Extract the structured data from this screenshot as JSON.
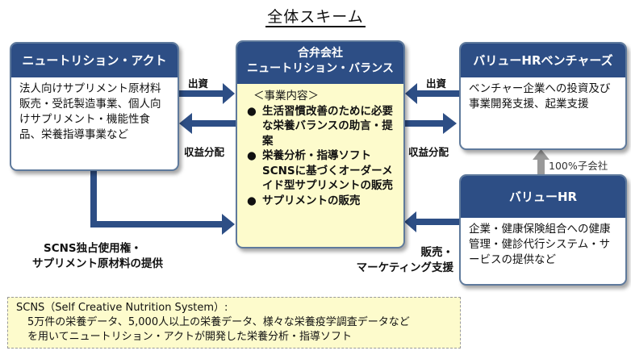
{
  "title": "全体スキーム",
  "nutrition_act": {
    "title": "ニュートリション・アクト",
    "desc": "法人向けサプリメント原材料販売・受託製造事業、個人向けサプリメント・機能性食品、栄養指導事業など"
  },
  "nutrition_balance": {
    "title_line1": "合弁会社",
    "title_line2": "ニュートリション・バランス",
    "business_heading": "＜事業内容＞",
    "bullet_symbol": "●",
    "items": [
      "生活習慣改善のために必要な栄養バランスの助言・提案",
      "栄養分析・指導ソフトSCNSに基づくオーダーメイド型サプリメントの販売",
      "サプリメントの販売"
    ]
  },
  "value_hr_ventures": {
    "title": "バリューHRベンチャーズ",
    "desc": "ベンチャー企業への投資及び事業開発支援、起業支援"
  },
  "value_hr": {
    "title": "バリューHR",
    "desc": "企業・健康保険組合への健康管理・健診代行システム・サービスの提供など"
  },
  "labels": {
    "investment_left": "出資",
    "profit_left": "収益分配",
    "investment_right": "出資",
    "profit_right": "収益分配",
    "subsidiary": "100%子会社",
    "scns_license_line1": "SCNS独占使用権・",
    "scns_license_line2": "サプリメント原材料の提供",
    "sales_line1": "販売・",
    "sales_line2": "マーケティング支援"
  },
  "note": {
    "line1": "SCNS（Self Creative Nutrition System）:",
    "line2": "5万件の栄養データ、5,000人以上の栄養データ、様々な栄養疫学調査データなど",
    "line3": "を用いてニュートリション・アクトが開発した栄養分析・指導ソフト"
  },
  "colors": {
    "header_blue": "#2d4e85",
    "border_blue": "#5f7a9c",
    "center_fill": "#fdfbcc",
    "arrow_blue": "#2d4e85",
    "arrow_gray": "#999999"
  }
}
